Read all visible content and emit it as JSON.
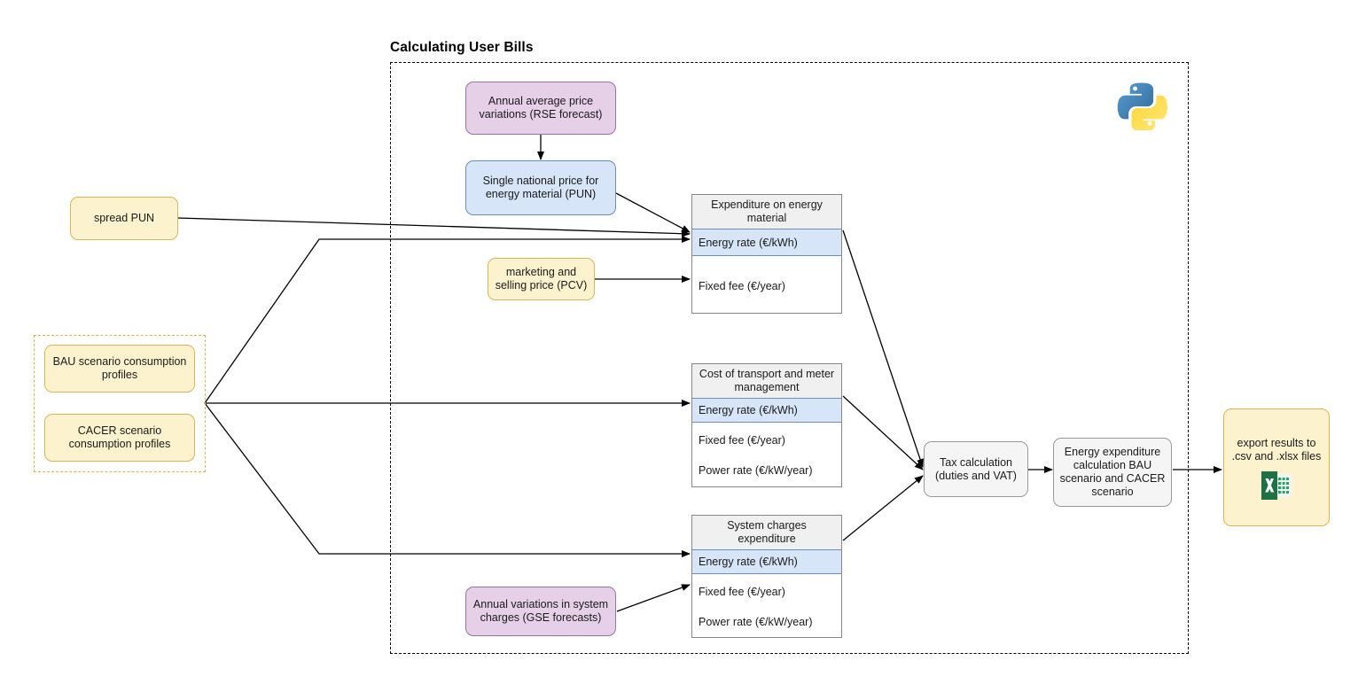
{
  "panel": {
    "title": "Calculating User Bills",
    "logo_icon": "python-logo"
  },
  "inputs": {
    "spread_pun": "spread PUN",
    "scenario_group": {
      "bau": "BAU scenario consumption profiles",
      "cacer": "CACER scenario consumption profiles"
    },
    "rse_forecast": "Annual average price variations (RSE forecast)",
    "pun": "Single national price for energy material (PUN)",
    "pcv": "marketing and selling price (PCV)",
    "gse_forecast": "Annual variations in system charges (GSE forecasts)"
  },
  "tables": [
    {
      "header": "Expenditure on energy material",
      "rows": [
        {
          "label": "Energy rate (€/kWh)",
          "highlighted": true
        },
        {
          "label": "Fixed fee (€/year)",
          "highlighted": false
        }
      ]
    },
    {
      "header": "Cost of transport and meter management",
      "rows": [
        {
          "label": "Energy rate (€/kWh)",
          "highlighted": true
        },
        {
          "label": "Fixed fee (€/year)",
          "highlighted": false
        },
        {
          "label": "Power rate (€/kW/year)",
          "highlighted": false
        }
      ]
    },
    {
      "header": "System charges expenditure",
      "rows": [
        {
          "label": "Energy rate (€/kWh)",
          "highlighted": true
        },
        {
          "label": "Fixed fee (€/year)",
          "highlighted": false
        },
        {
          "label": "Power rate (€/kW/year)",
          "highlighted": false
        }
      ]
    }
  ],
  "process": {
    "tax": "Tax calculation (duties and VAT)",
    "tax_line1": "Tax calculation",
    "tax_line2": "(duties and VAT)",
    "energy_expenditure": "Energy expenditure calculation BAU scenario and CACER scenario",
    "export": "export results to .csv and .xlsx files",
    "export_icon": "excel-icon"
  },
  "colors": {
    "yellow_fill": "#fdf2ce",
    "yellow_stroke": "#d6b656",
    "purple_fill": "#e6d0e8",
    "purple_stroke": "#9673a6",
    "blue_fill": "#d7e5f8",
    "blue_stroke": "#6c8ebf",
    "grey_fill": "#f5f5f5",
    "grey_stroke": "#999999",
    "table_header_fill": "#f0f0f0",
    "edge": "#000000",
    "excel_green": "#1e7145"
  }
}
